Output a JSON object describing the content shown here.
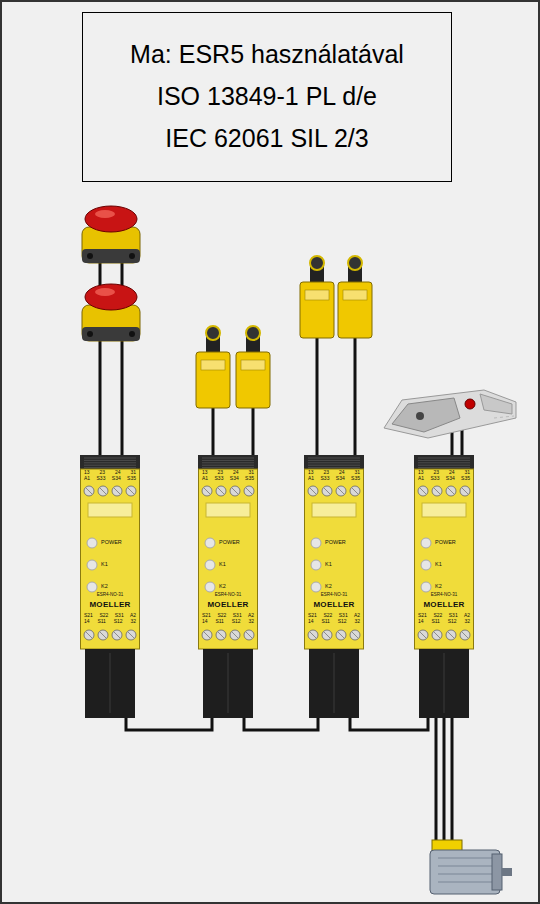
{
  "diagram": {
    "nodes": [
      {
        "text": [
          "Ma: ESR5 használatával",
          "ISO 13849-1 PL d/e",
          "IEC 62061 SIL 2/3"
        ]
      },
      {
        "text": [
          "13 23 24 31",
          "A1 S33 S34 S35",
          "POWER",
          "K1",
          "K2",
          "ESR4-NO-31",
          "MOELLER",
          "S21 S22 S31 A2",
          "14 S11 S12 32"
        ]
      },
      {
        "text": [
          "13 23 24 31",
          "A1 S33 S34 S35",
          "POWER",
          "K1",
          "K2",
          "ESR4-NO-31",
          "MOELLER",
          "S21 S22 S31 A2",
          "14 S11 S12 32"
        ]
      },
      {
        "text": [
          "13 23 24 31",
          "A1 S33 S34 S35",
          "POWER",
          "K1",
          "K2",
          "ESR4-NO-31",
          "MOELLER",
          "S21 S22 S31 A2",
          "14 S11 S12 32"
        ]
      },
      {
        "text": [
          "13 23 24 31",
          "A1 S33 S34 S35",
          "POWER",
          "K1",
          "K2",
          "ESR4-NO-31",
          "MOELLER",
          "S21 S22 S31 A2",
          "14 S11 S12 32"
        ]
      }
    ],
    "edges": [
      {
        "from": 1,
        "to": 2,
        "arrow": "none"
      },
      {
        "from": 2,
        "to": 3,
        "arrow": "none"
      },
      {
        "from": 3,
        "to": 4,
        "arrow": "none"
      }
    ]
  }
}
